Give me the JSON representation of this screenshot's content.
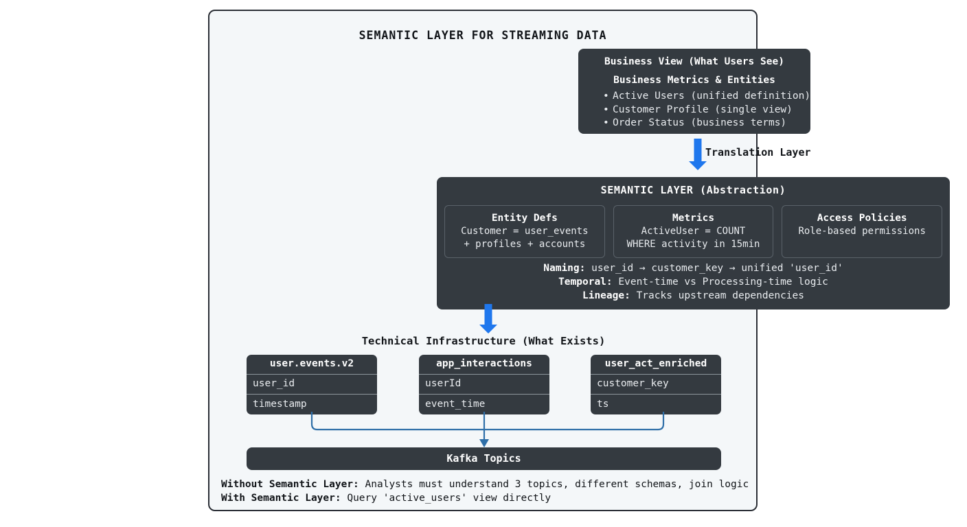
{
  "diagram": {
    "title": "SEMANTIC LAYER FOR STREAMING DATA",
    "colors": {
      "box_fill": "#343a40",
      "arrow_blue": "#1f77ed",
      "connector_blue": "#2f6fa8",
      "frame_border": "#2b2f36",
      "canvas_bg": "#f4f7f9"
    },
    "business_view": {
      "heading": "Business View (What Users See)",
      "subheading": "Business Metrics & Entities",
      "items": [
        "Active Users (unified definition)",
        "Customer Profile (single view)",
        "Order Status (business terms)"
      ]
    },
    "translation_arrow": {
      "label": "Translation Layer",
      "icon": "down-arrow-icon"
    },
    "semantic_layer": {
      "title": "SEMANTIC LAYER (Abstraction)",
      "cards": [
        {
          "title": "Entity Defs",
          "lines": [
            "Customer = user_events",
            "+ profiles + accounts"
          ]
        },
        {
          "title": "Metrics",
          "lines": [
            "ActiveUser = COUNT",
            "WHERE activity in 15min"
          ]
        },
        {
          "title": "Access Policies",
          "lines": [
            "Role-based permissions"
          ]
        }
      ],
      "notes": [
        {
          "label": "Naming:",
          "text": "user_id → customer_key → unified 'user_id'"
        },
        {
          "label": "Temporal:",
          "text": "Event-time vs Processing-time logic"
        },
        {
          "label": "Lineage:",
          "text": "Tracks upstream dependencies"
        }
      ]
    },
    "infrastructure": {
      "title": "Technical Infrastructure (What Exists)",
      "tables": [
        {
          "name": "user.events.v2",
          "fields": [
            "user_id",
            "timestamp"
          ]
        },
        {
          "name": "app_interactions",
          "fields": [
            "userId",
            "event_time"
          ]
        },
        {
          "name": "user_act_enriched",
          "fields": [
            "customer_key",
            "ts"
          ]
        }
      ]
    },
    "kafka": {
      "label": "Kafka Topics"
    },
    "footnotes": [
      {
        "label": "Without Semantic Layer:",
        "text": " Analysts must understand 3 topics, different schemas, join logic"
      },
      {
        "label": "With Semantic Layer:",
        "text": " Query 'active_users' view directly"
      }
    ]
  }
}
